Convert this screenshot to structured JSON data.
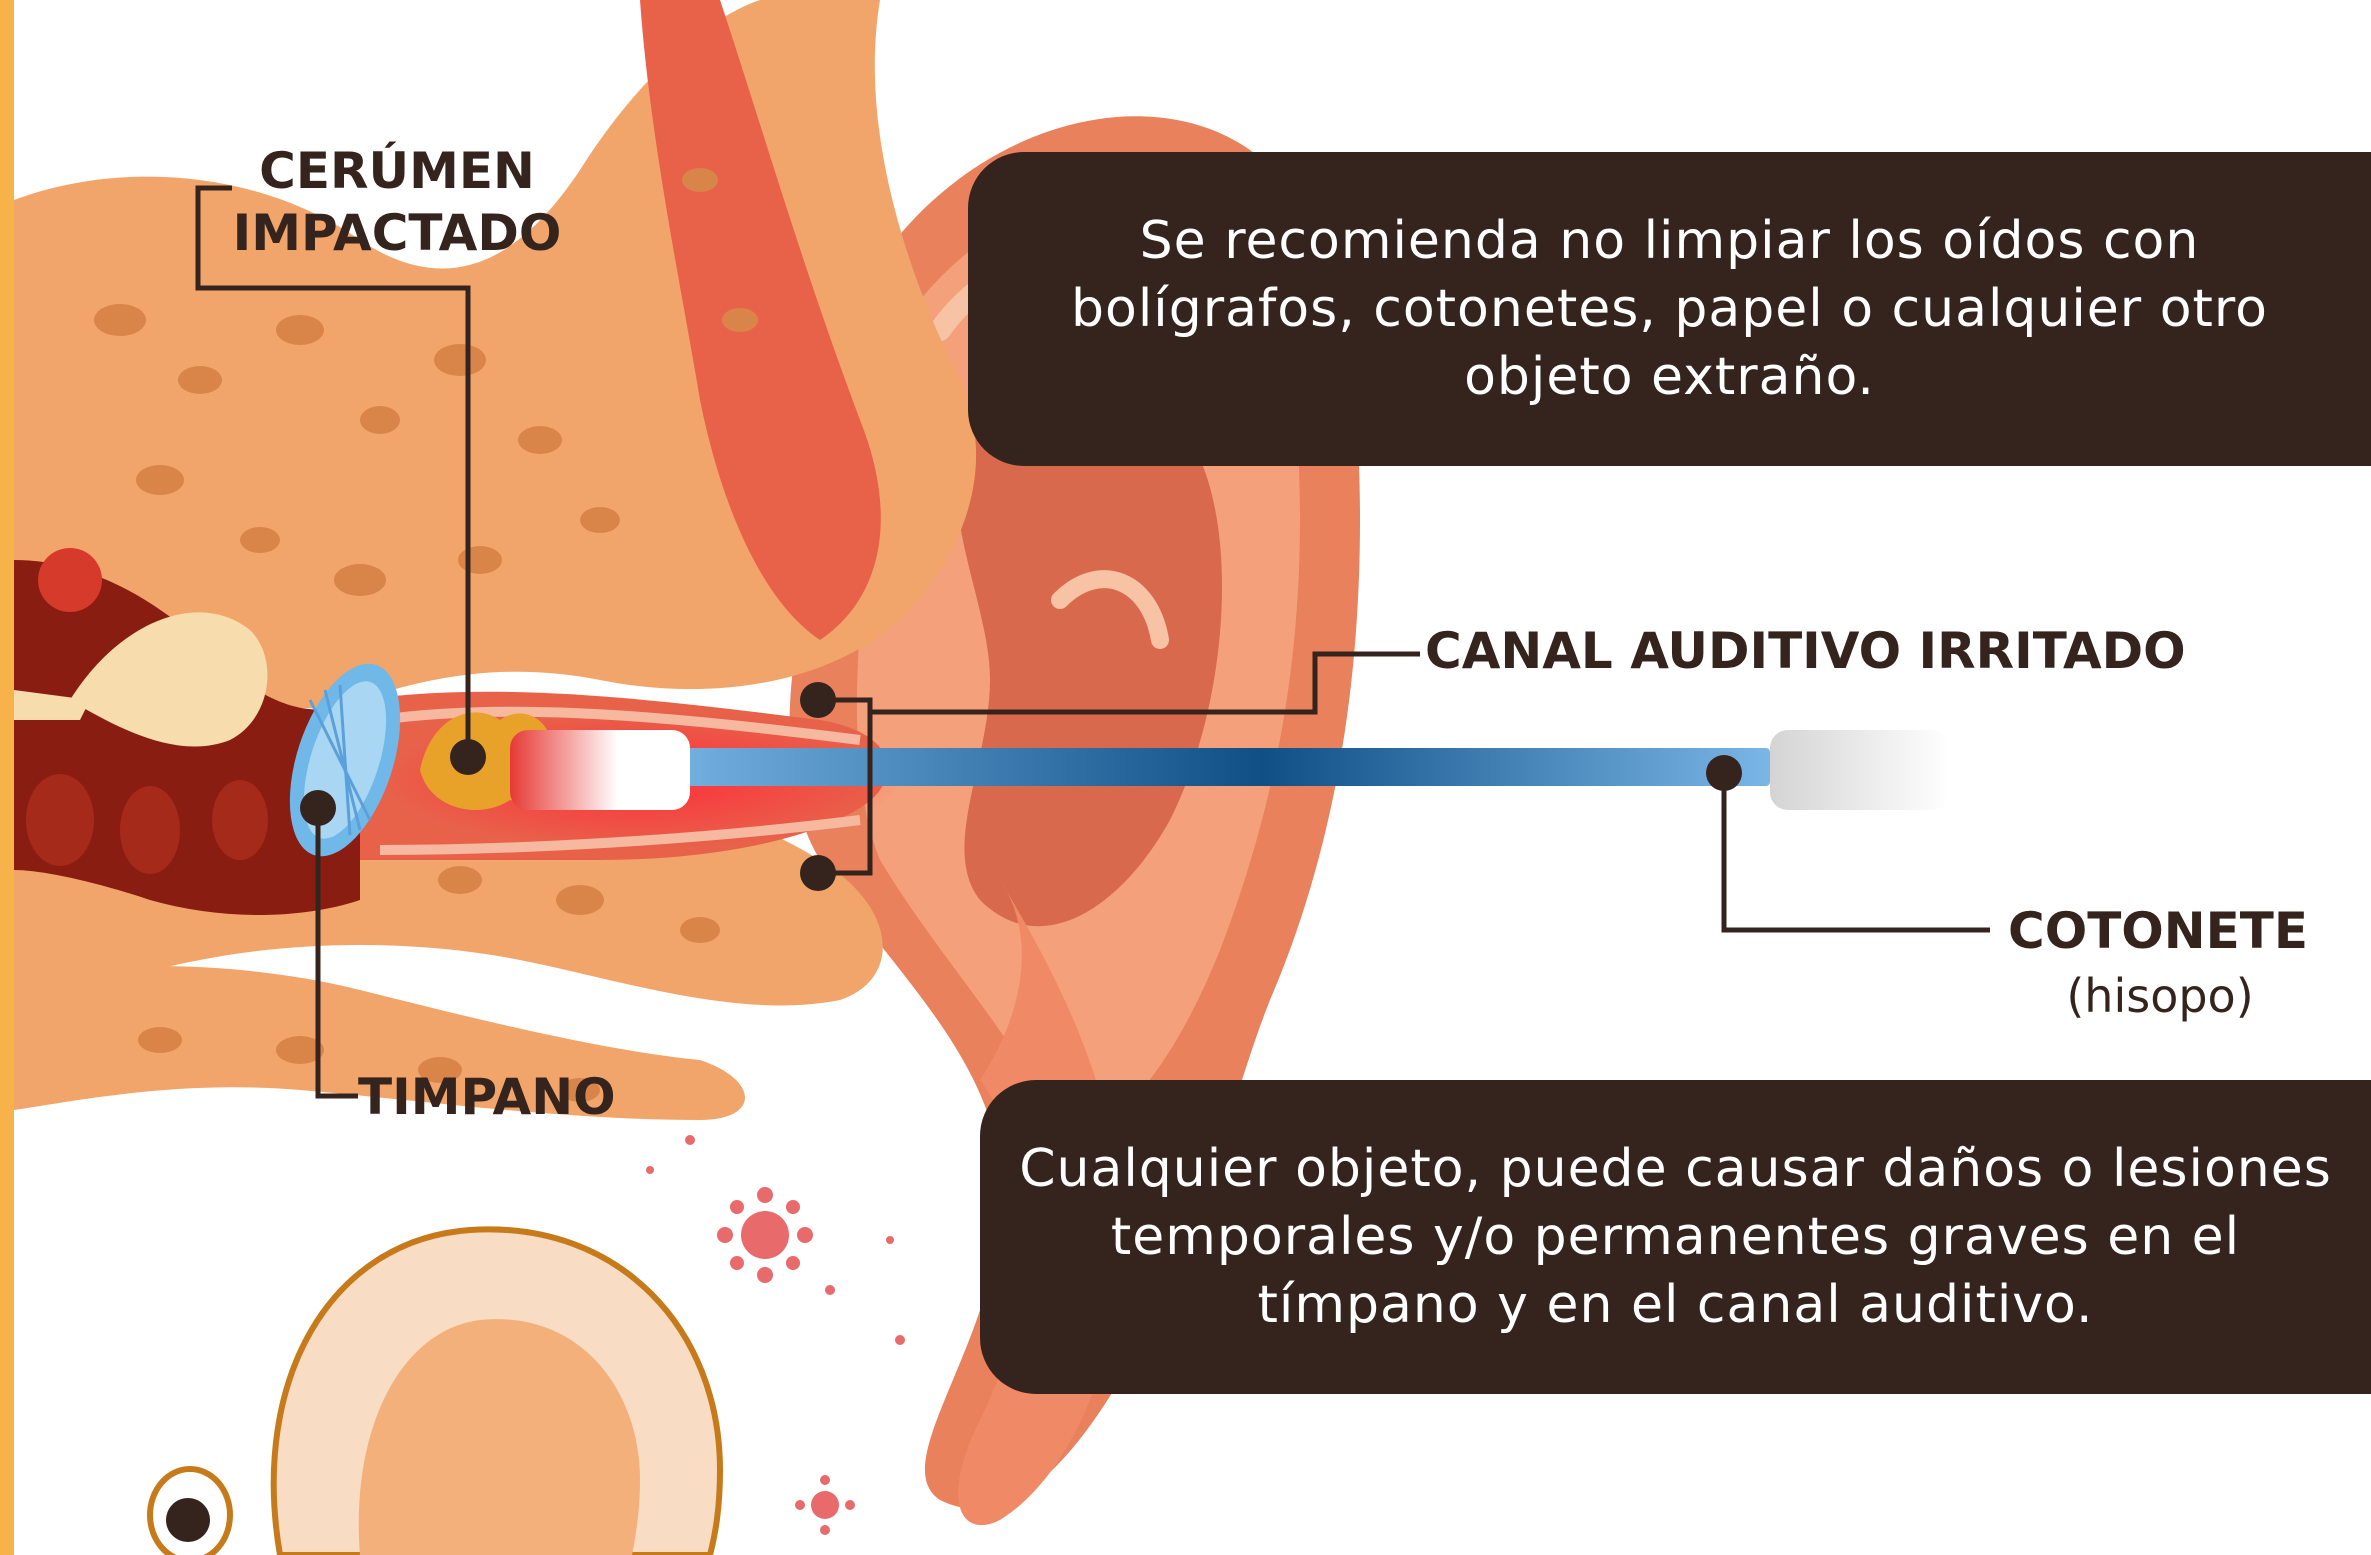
{
  "callouts": {
    "top": "Se recomienda no limpiar los oídos con bolígrafos, cotonetes, papel o cualquier otro objeto extraño.",
    "bottom": "Cualquier objeto, puede causar daños o lesiones temporales y/o permanentes graves en el tímpano y en el canal auditivo."
  },
  "labels": {
    "cerumen_line1": "CERÚMEN",
    "cerumen_line2": "IMPACTADO",
    "canal": "CANAL AUDITIVO IRRITADO",
    "timpano": "TIMPANO",
    "cotonete": "COTONETE",
    "cotonete_sub": "(hisopo)"
  },
  "colors": {
    "accent_stripe": "#f7b24a",
    "dark": "#35241d",
    "bone": "#f2a56a",
    "flesh": "#e8624a",
    "ear_skin": "#f4a07a",
    "swab_stick": "#5aa0db"
  }
}
